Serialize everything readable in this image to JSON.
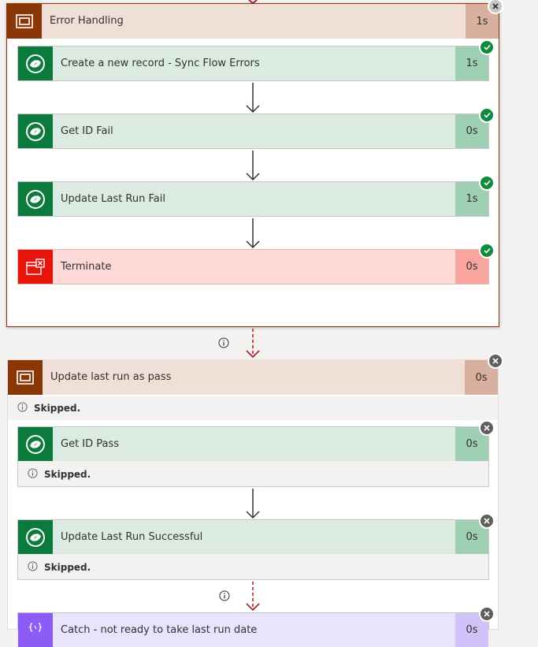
{
  "error_handling": {
    "title": "Error Handling",
    "duration": "1s",
    "actions": [
      {
        "title": "Create a new record - Sync Flow Errors",
        "duration": "1s"
      },
      {
        "title": "Get ID Fail",
        "duration": "0s"
      },
      {
        "title": "Update Last Run Fail",
        "duration": "1s"
      },
      {
        "title": "Terminate",
        "duration": "0s"
      }
    ]
  },
  "update_last_run": {
    "title": "Update last run as pass",
    "duration": "0s",
    "status_text": "Skipped",
    "actions": [
      {
        "title": "Get ID Pass",
        "duration": "0s",
        "status_text": "Skipped"
      },
      {
        "title": "Update Last Run Successful",
        "duration": "0s",
        "status_text": "Skipped"
      },
      {
        "title": "Catch - not ready to take last run date",
        "duration": "0s"
      }
    ]
  },
  "colors": {
    "scope": "#8a3707",
    "dataverse": "#0b7a3d",
    "terminate": "#e8130b",
    "success": "#128a3e",
    "skipped": "#605e5c",
    "arrow_run_after": "#a4262c"
  },
  "icons": {
    "scope": "scope-icon",
    "dataverse": "dataverse-icon",
    "terminate": "terminate-icon",
    "compose": "compose-icon",
    "success": "check-icon",
    "skipped": "close-icon",
    "info": "info-icon"
  }
}
